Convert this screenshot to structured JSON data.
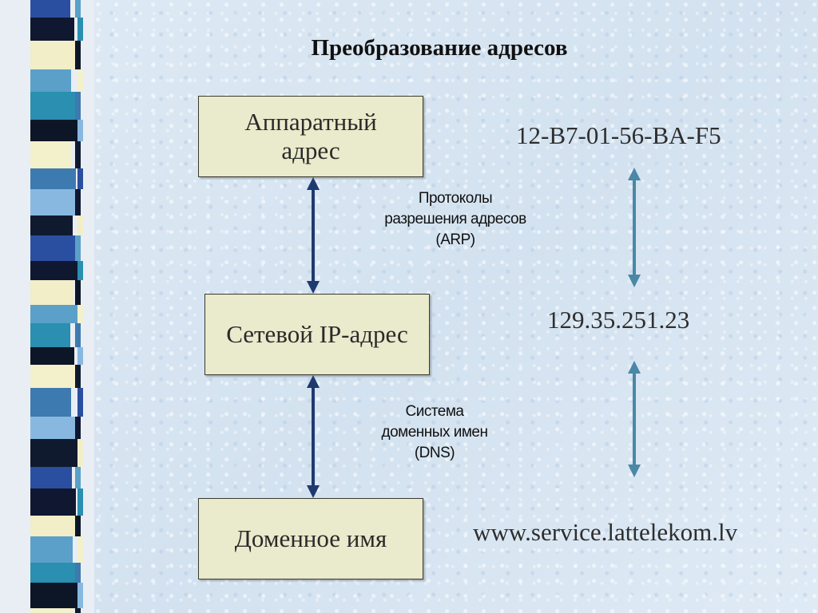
{
  "title": "Преобразование адресов",
  "boxes": {
    "hardware": "Аппаратный адрес",
    "ip": "Сетевой IP-адрес",
    "domain": "Доменное имя"
  },
  "protocols": {
    "arp": [
      "Протоколы",
      "разрешения адресов",
      "(ARP)"
    ],
    "dns": [
      "Система",
      "доменных имен",
      "(DNS)"
    ]
  },
  "examples": {
    "mac": "12-B7-01-56-BA-F5",
    "ip": "129.35.251.23",
    "domain": "www.service.lattelekom.lv"
  },
  "colors": {
    "left_arrow": "#1f3a6e",
    "right_arrow": "#4a88a6",
    "box_fill": "#eaeacc"
  }
}
